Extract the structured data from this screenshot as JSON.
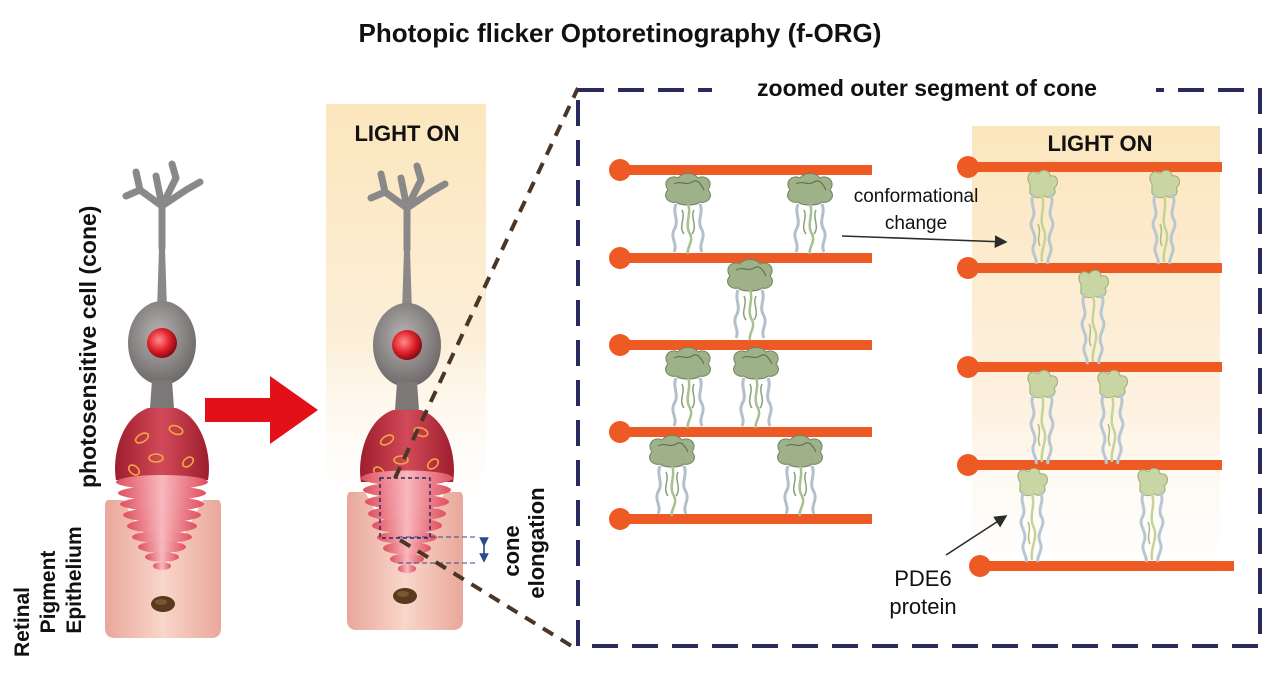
{
  "title": "Photopic flicker Optoretinography (f-ORG)",
  "labels": {
    "photosensitive_cell": "photosensitive cell (cone)",
    "rpe_line1": "Retinal",
    "rpe_line2": "Pigment",
    "rpe_line3": "Epithelium",
    "light_on_left": "LIGHT ON",
    "light_on_right": "LIGHT ON",
    "cone_elongation_line1": "cone",
    "cone_elongation_line2": "elongation",
    "zoom_title": "zoomed outer segment of cone",
    "conformational_line1": "conformational",
    "conformational_line2": "change",
    "pde6_line1": "PDE6",
    "pde6_line2": "protein"
  },
  "colors": {
    "membrane": "#ee5a24",
    "dashed_box": "#2a2a5e",
    "arrow_red": "#e3101a",
    "light_glow": "#fbe9c6",
    "protein_dark": "#8ea37c",
    "protein_light": "#c9d7a8",
    "cell_grey": "#8a8888",
    "nucleus_red": "#e52530",
    "rpe_pink": "#f6c9b8"
  },
  "icons": [
    "cone-cell-icon",
    "pde6-protein-icon",
    "membrane-disc-icon",
    "rpe-cell-icon"
  ]
}
